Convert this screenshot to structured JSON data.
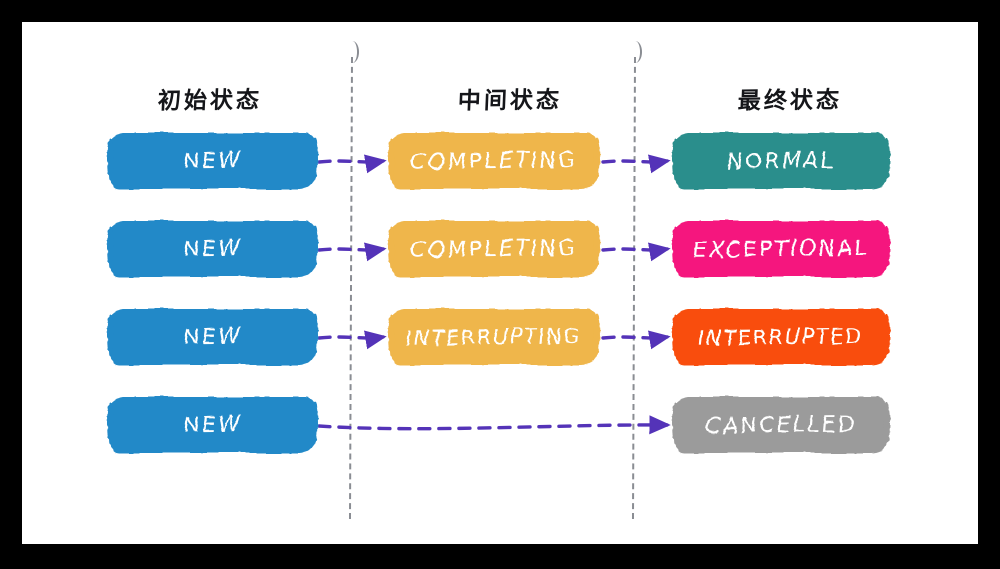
{
  "diagram": {
    "title_columns": [
      {
        "id": "initial",
        "label": "初始状态"
      },
      {
        "id": "middle",
        "label": "中间状态"
      },
      {
        "id": "final",
        "label": "最终状态"
      }
    ],
    "colors": {
      "new": "#2089C8",
      "completing": "#EFB64B",
      "interrupting": "#EFB64B",
      "normal": "#2A8E8C",
      "exceptional": "#F5197E",
      "interrupted": "#F94E08",
      "cancelled": "#9B9B9B",
      "arrow": "#5433B8",
      "divider": "#8A8D93",
      "canvas": "#FFFFFF",
      "frame": "#000000",
      "header_text": "#15161A",
      "box_text": "#FFFFFF"
    },
    "rows": [
      {
        "id": "row-normal",
        "initial": "NEW",
        "middle": "COMPLETING",
        "final": "NORMAL",
        "initial_color": "#2089C8",
        "middle_color": "#EFB64B",
        "final_color": "#2A8E8C",
        "has_middle": true
      },
      {
        "id": "row-exceptional",
        "initial": "NEW",
        "middle": "COMPLETING",
        "final": "EXCEPTIONAL",
        "initial_color": "#2089C8",
        "middle_color": "#EFB64B",
        "final_color": "#F5197E",
        "has_middle": true
      },
      {
        "id": "row-interrupted",
        "initial": "NEW",
        "middle": "INTERRUPTING",
        "final": "INTERRUPTED",
        "initial_color": "#2089C8",
        "middle_color": "#EFB64B",
        "final_color": "#F94E08",
        "has_middle": true
      },
      {
        "id": "row-cancelled",
        "initial": "NEW",
        "middle": "",
        "final": "CANCELLED",
        "initial_color": "#2089C8",
        "middle_color": "",
        "final_color": "#9B9B9B",
        "has_middle": false
      }
    ]
  }
}
